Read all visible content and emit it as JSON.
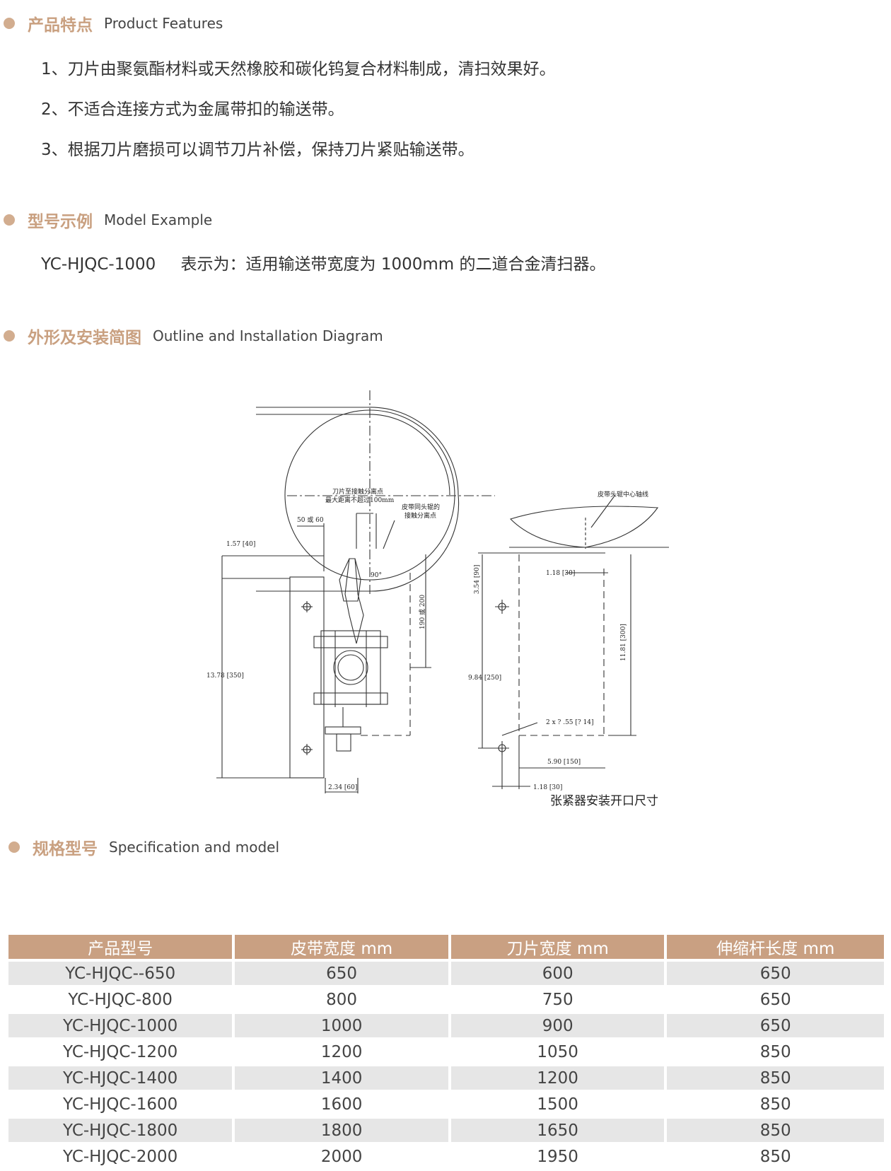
{
  "features": {
    "title_cn": "产品特点",
    "title_en": "Product Features",
    "items": [
      "1、刀片由聚氨酯材料或天然橡胶和碳化钨复合材料制成，清扫效果好。",
      "2、不适合连接方式为金属带扣的输送带。",
      "3、根据刀片磨损可以调节刀片补偿，保持刀片紧贴输送带。"
    ]
  },
  "model_example": {
    "title_cn": "型号示例",
    "title_en": "Model Example",
    "code": "YC-HJQC-1000",
    "description": "表示为：适用输送带宽度为 1000mm 的二道合金清扫器。"
  },
  "diagram": {
    "title_cn": "外形及安装简图",
    "title_en": "Outline and Installation Diagram",
    "labels": {
      "max_distance_1": "刀片至接触分离点",
      "max_distance_2": "最大距离不超过100mm",
      "separation_1": "皮带同头辊的",
      "separation_2": "接触分离点",
      "gap": "50 或 60",
      "offset": "1.57 [40]",
      "angle": "90°",
      "height_total": "13.78 [350]",
      "blade_span": "190 或 200",
      "base_width": "2.34 [60]",
      "axis": "皮带头辊中心轴线",
      "top_gap": "1.18 [30]",
      "first_hole": "3.54 [90]",
      "hole_spacing": "9.84 [250]",
      "slot_height": "11.81 [300]",
      "holes": "2 x ? .55 [? 14]",
      "hole_width": "5.90 [150]",
      "bottom_gap": "1.18 [30]",
      "caption": "张紧器安装开口尺寸"
    }
  },
  "spec": {
    "title_cn": "规格型号",
    "title_en": "Specification and model",
    "headers": [
      "产品型号",
      "皮带宽度 mm",
      "刀片宽度 mm",
      "伸缩杆长度 mm"
    ],
    "rows": [
      [
        "YC-HJQC--650",
        "650",
        "600",
        "650"
      ],
      [
        "YC-HJQC-800",
        "800",
        "750",
        "650"
      ],
      [
        "YC-HJQC-1000",
        "1000",
        "900",
        "650"
      ],
      [
        "YC-HJQC-1200",
        "1200",
        "1050",
        "850"
      ],
      [
        "YC-HJQC-1400",
        "1400",
        "1200",
        "850"
      ],
      [
        "YC-HJQC-1600",
        "1600",
        "1500",
        "850"
      ],
      [
        "YC-HJQC-1800",
        "1800",
        "1650",
        "850"
      ],
      [
        "YC-HJQC-2000",
        "2000",
        "1950",
        "850"
      ]
    ]
  }
}
